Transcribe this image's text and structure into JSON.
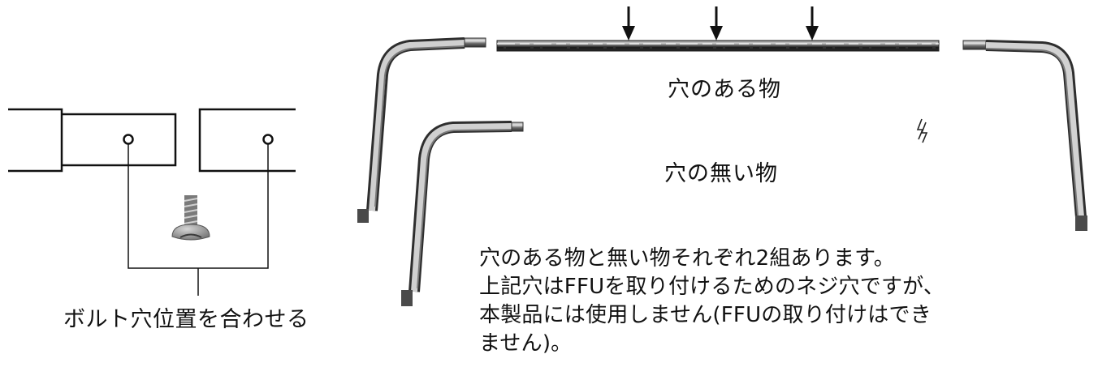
{
  "labels": {
    "bolt_alignment": "ボルト穴位置を合わせる",
    "with_hole": "穴のある物",
    "without_hole": "穴の無い物"
  },
  "note": {
    "line1": "穴のある物と無い物それぞれ2組あります。",
    "line2": "上記穴はFFUを取り付けるためのネジ穴ですが、",
    "line3": "本製品には使用しません(FFUの取り付けはでき",
    "line4": "ません)。"
  },
  "colors": {
    "line": "#111111",
    "metal_dark": "#5a5a5a",
    "metal_light": "#d8d8d8",
    "bolt_head": "#8c8c8c"
  },
  "icons": {
    "arrow": "down-arrow-icon",
    "break": "break-mark-icon",
    "bolt": "bolt-icon"
  }
}
